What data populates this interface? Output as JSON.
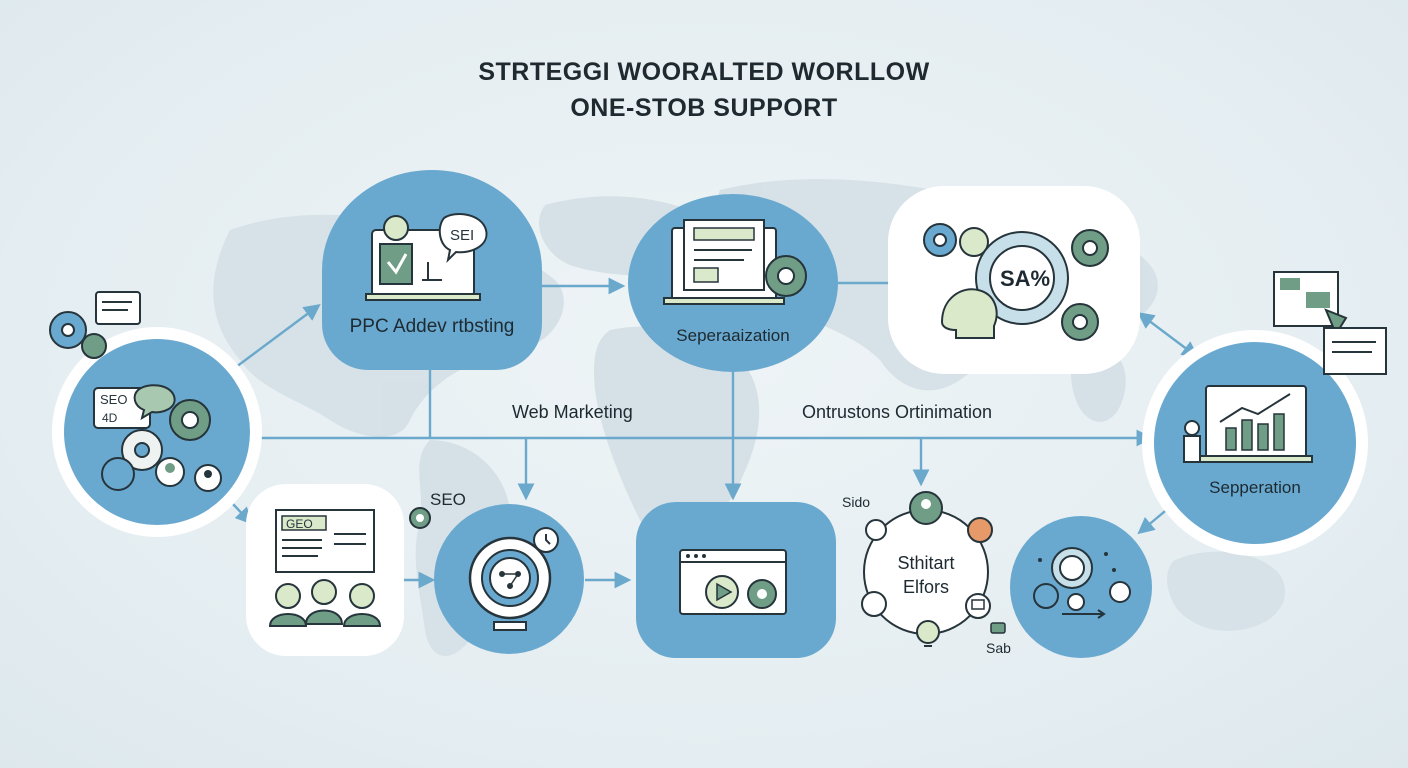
{
  "title": {
    "line1": "STRTEGGI WOORALTED WORLLOW",
    "line2": "ONE-STOB SUPPORT"
  },
  "nodes": {
    "left_hub": {
      "icon_text": "SEO",
      "icon_sub": "4D"
    },
    "ppc": {
      "label": "PPC Addev rtbsting",
      "icon_text": "SEI"
    },
    "seperaaization": {
      "label": "Seperaaization"
    },
    "sa_box": {
      "icon_text": "SA%"
    },
    "right_hub": {
      "label": "Sepperation"
    },
    "seo_box": {
      "icon_text": "GEO"
    },
    "gear_node": {},
    "video_node": {},
    "strategy_ring": {
      "label_line1": "Sthitart",
      "label_line2": "Elfors"
    },
    "right_small": {}
  },
  "labels": {
    "web_marketing": "Web Marketing",
    "optimization": "Ontrustons Ortinimation",
    "seo_float": "SEO",
    "sido": "Sido",
    "sab": "Sab"
  },
  "colors": {
    "primary_blue": "#6aa9cf",
    "connector": "#6aa8cc",
    "accent_green": "#5b8f73",
    "pale_green": "#d9e9c9",
    "map_gray": "#d6e2e8",
    "text_dark": "#1d2a31"
  }
}
